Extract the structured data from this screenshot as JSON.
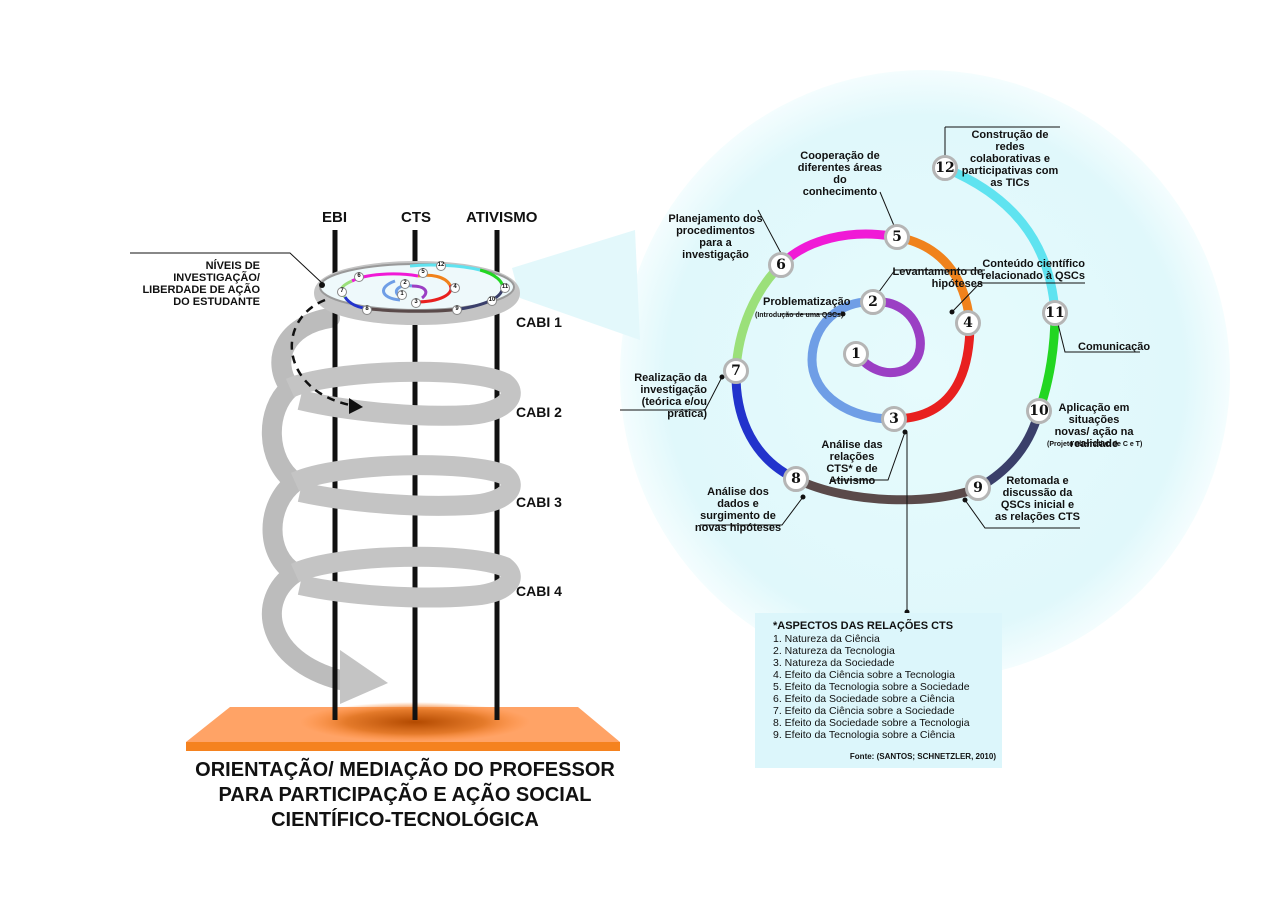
{
  "axes": {
    "ebi": "EBI",
    "cts": "CTS",
    "ativismo": "ATIVISMO"
  },
  "levels_label": "NÍVEIS DE INVESTIGAÇÃO/ LIBERDADE DE AÇÃO DO ESTUDANTE",
  "cabi": [
    "CABI 1",
    "CABI 2",
    "CABI 3",
    "CABI 4"
  ],
  "main_title": [
    "ORIENTAÇÃO/ MEDIAÇÃO DO PROFESSOR",
    "PARA  PARTICIPAÇÃO E AÇÃO SOCIAL",
    "CIENTÍFICO-TECNOLÓGICA"
  ],
  "steps": [
    {
      "n": "1",
      "label": ""
    },
    {
      "n": "2",
      "label": "Levantamento de hipóteses"
    },
    {
      "n": "3",
      "label": "Análise das relações CTS* e de Ativismo"
    },
    {
      "n": "4",
      "label": "Conteúdo científico relacionado à QSCs"
    },
    {
      "n": "5",
      "label": "Cooperação de diferentes áreas do conhecimento"
    },
    {
      "n": "6",
      "label": "Planejamento dos procedimentos para a investigação"
    },
    {
      "n": "7",
      "label": "Realização da investigação (teórica e/ou prática)"
    },
    {
      "n": "8",
      "label": "Análise dos dados e surgimento de novas hipóteses"
    },
    {
      "n": "9",
      "label": "Retomada e discussão da QSCs inicial e as relações CTS"
    },
    {
      "n": "10",
      "label": "Aplicação em situações novas/ ação na realidade"
    },
    {
      "n": "11",
      "label": "Comunicação"
    },
    {
      "n": "12",
      "label": "Construção de redes colaborativas e participativas com as TICs"
    }
  ],
  "problematizacao": "Problematização",
  "problematizacao_sub": "(Introdução de uma QSCs)",
  "projeto_note": "(Projeto alternativo de C e T)",
  "segment_colors": [
    "#9b3fc4",
    "#6f9ee6",
    "#e8201f",
    "#f0821c",
    "#f01ad6",
    "#9be07a",
    "#2233cc",
    "#5a4a4a",
    "#3a3f6a",
    "#22d622",
    "#5fe3f0"
  ],
  "aspects": {
    "heading": "*ASPECTOS DAS RELAÇÕES CTS",
    "items": [
      "1. Natureza da Ciência",
      "2. Natureza da Tecnologia",
      "3. Natureza da Sociedade",
      "4. Efeito da Ciência sobre a Tecnologia",
      "5. Efeito da Tecnologia sobre a Sociedade",
      "6. Efeito da Sociedade sobre a Ciência",
      "7. Efeito da Ciência sobre a Sociedade",
      "8. Efeito da Sociedade sobre a Tecnologia",
      "9. Efeito da Tecnologia sobre a Ciência"
    ],
    "source": "Fonte: (SANTOS; SCHNETZLER, 2010)"
  }
}
